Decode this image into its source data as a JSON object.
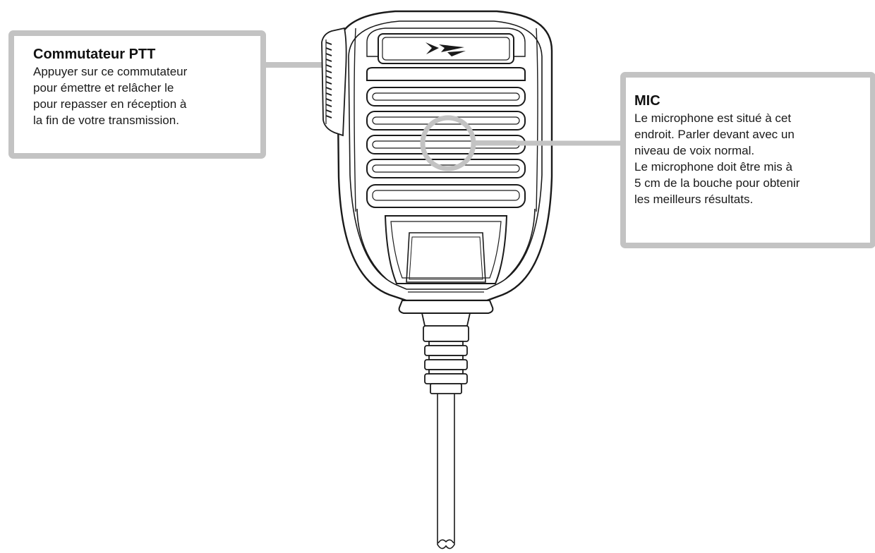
{
  "diagram": {
    "subject": "handheld speaker-microphone",
    "colors": {
      "outline": "#1a1a1a",
      "callout_border": "#c3c3c3",
      "callout_background": "#ffffff",
      "text": "#1a1a1a"
    }
  },
  "callouts": {
    "ptt": {
      "title": "Commutateur PTT",
      "lines": [
        "Appuyer sur ce commutateur",
        "pour émettre et relâcher le",
        "pour repasser en réception à",
        "la fin de votre transmission."
      ]
    },
    "mic": {
      "title": "MIC",
      "lines": [
        "Le microphone est situé à cet",
        "endroit. Parler devant avec un",
        "niveau de voix normal.",
        "Le microphone doit être mis à",
        "5 cm de la bouche pour obtenir",
        "les meilleurs résultats."
      ]
    }
  }
}
